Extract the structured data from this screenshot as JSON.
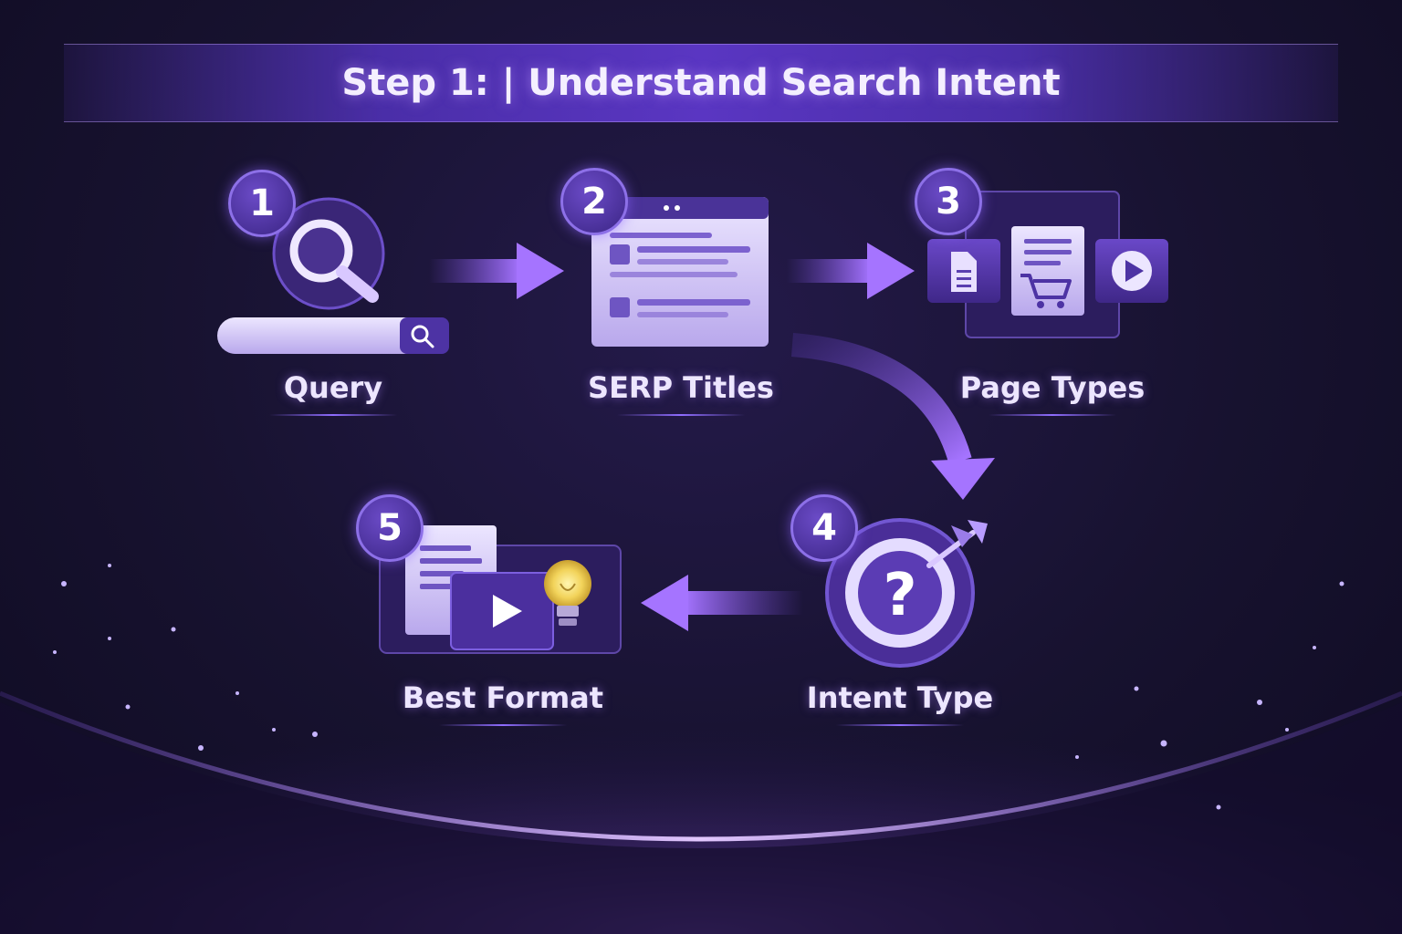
{
  "title": "Step 1: | Understand Search Intent",
  "steps": [
    {
      "number": "1",
      "label": "Query"
    },
    {
      "number": "2",
      "label": "SERP Titles"
    },
    {
      "number": "3",
      "label": "Page Types"
    },
    {
      "number": "4",
      "label": "Intent Type"
    },
    {
      "number": "5",
      "label": "Best Format"
    }
  ],
  "icons": {
    "step1": [
      "magnifier-icon",
      "search-bar",
      "search-icon"
    ],
    "step2": "browser-window-icon",
    "step3": [
      "document-icon",
      "shopping-cart-icon",
      "play-icon"
    ],
    "step4": [
      "question-target-icon",
      "arrow-dart-icon"
    ],
    "step5": [
      "document-icon",
      "video-play-icon",
      "lightbulb-icon"
    ]
  },
  "colors": {
    "background": "#17122f",
    "accent": "#7b4fe0",
    "arrow": "#9a6cf0",
    "card": "#d9d0f7"
  }
}
